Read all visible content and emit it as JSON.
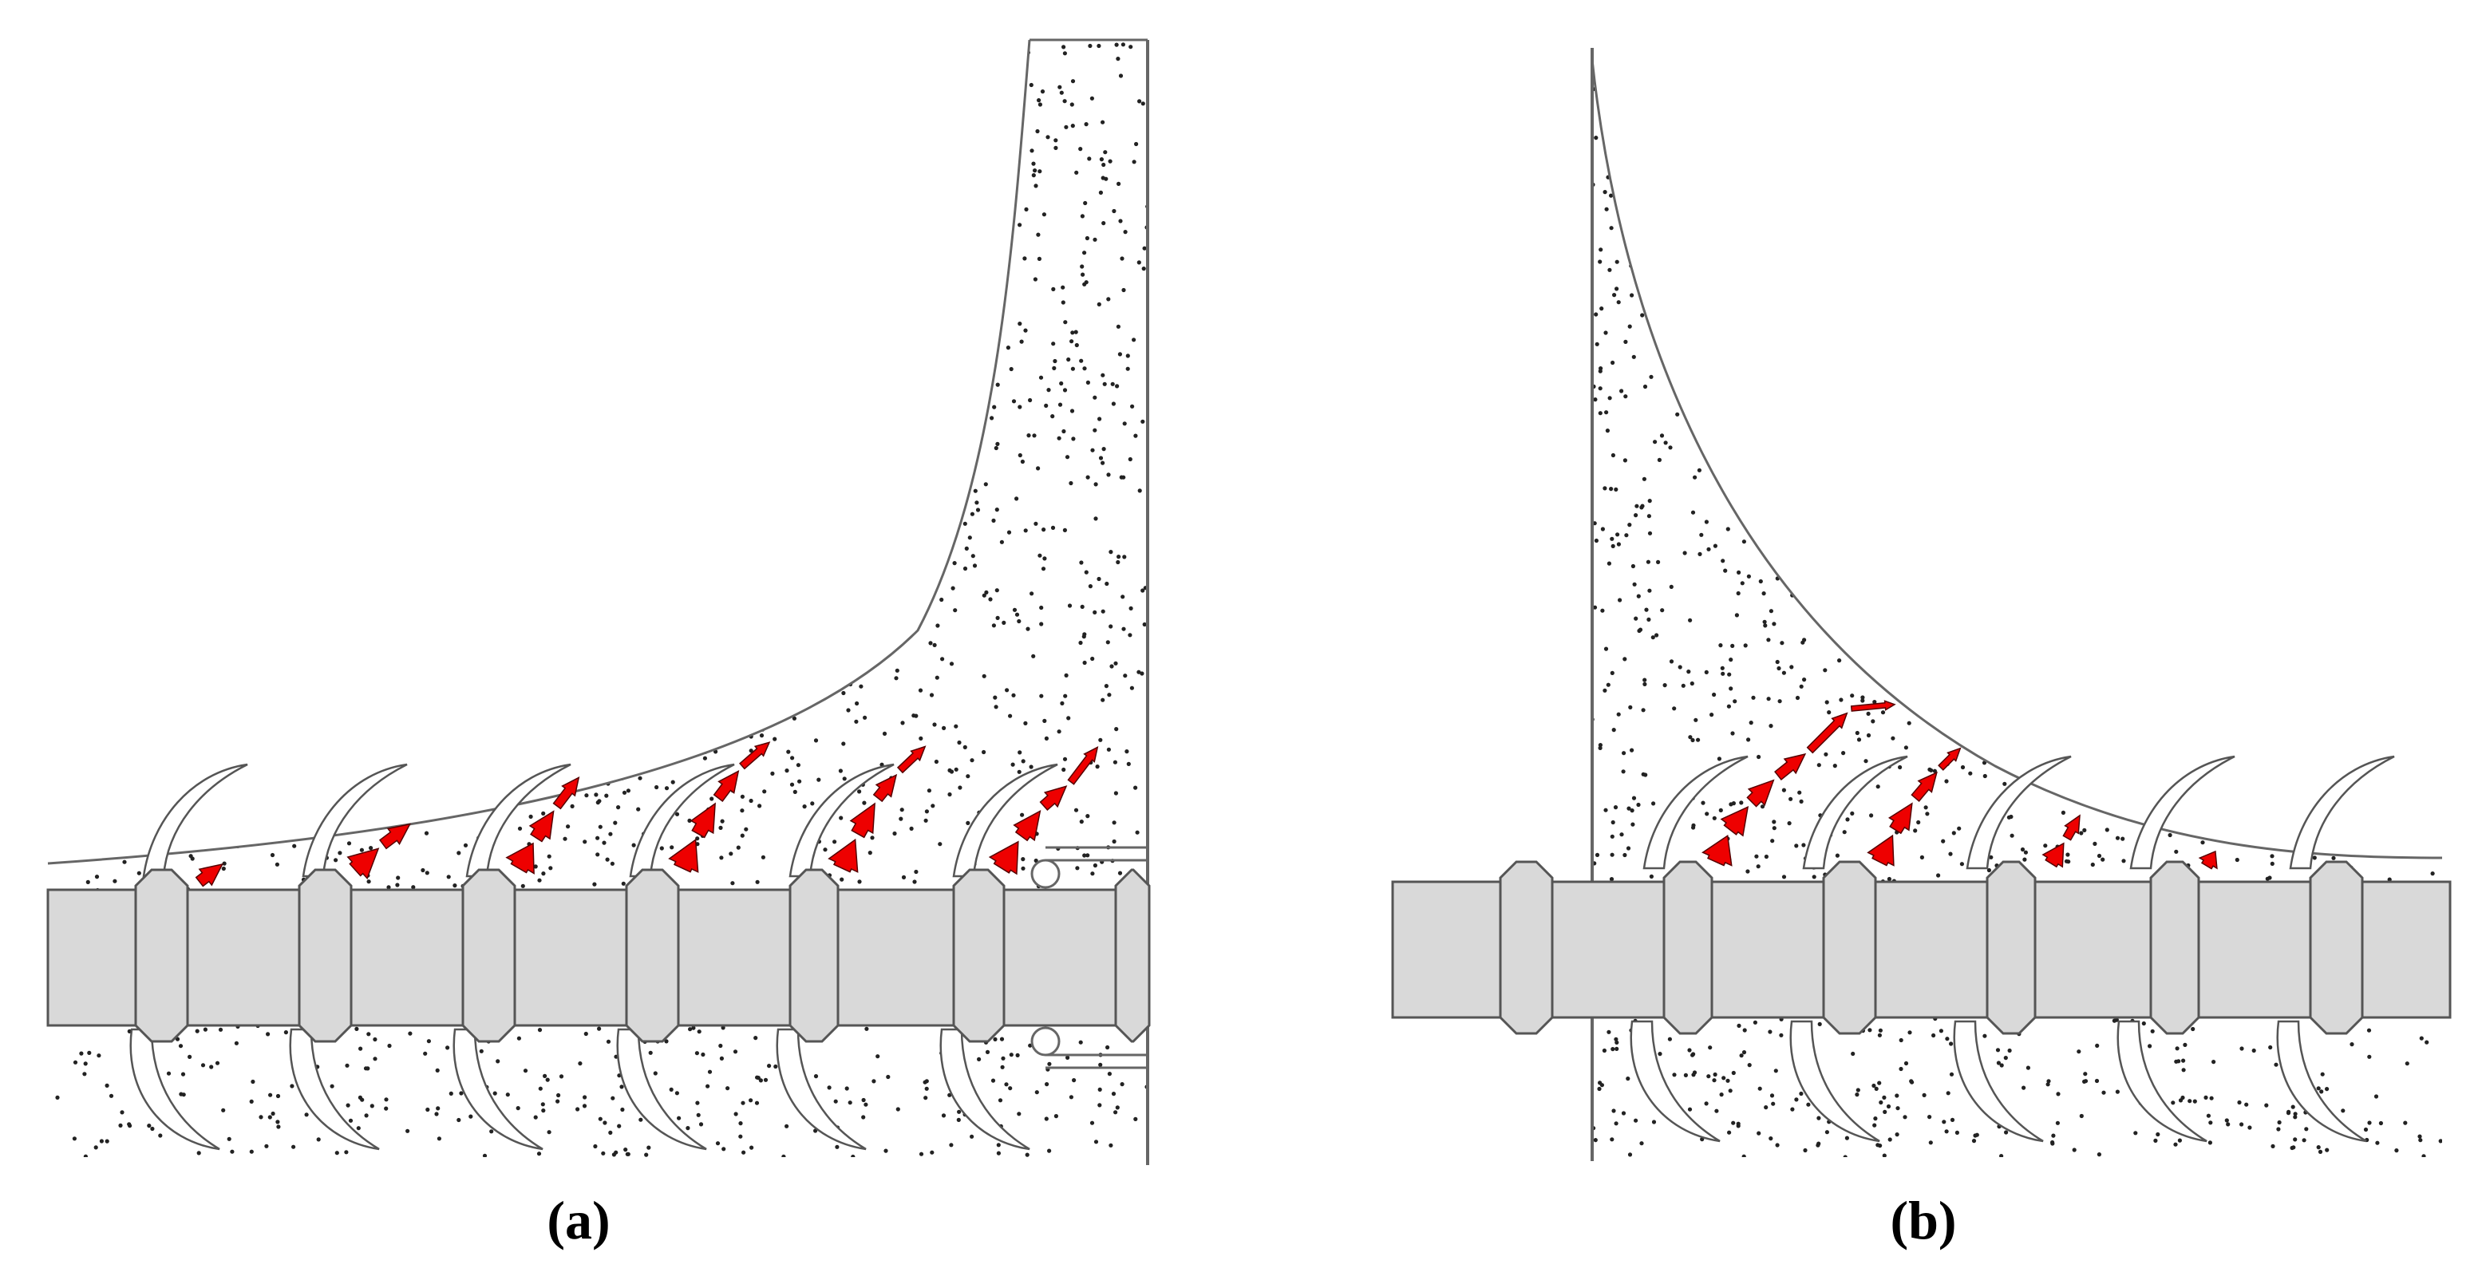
{
  "panels": [
    {
      "id": "a",
      "label": "(a)"
    },
    {
      "id": "b",
      "label": "(b)"
    }
  ],
  "colors": {
    "background": "#ffffff",
    "outline": "#555555",
    "shaft_fill": "#d9d9d9",
    "sediment_dots": "#222222",
    "flow_arrows": "#ee0000",
    "arrow_outline": "#550000"
  },
  "icons": [
    "shaft",
    "collar",
    "curved-blade",
    "flow-arrow",
    "roller",
    "wall",
    "sediment"
  ]
}
